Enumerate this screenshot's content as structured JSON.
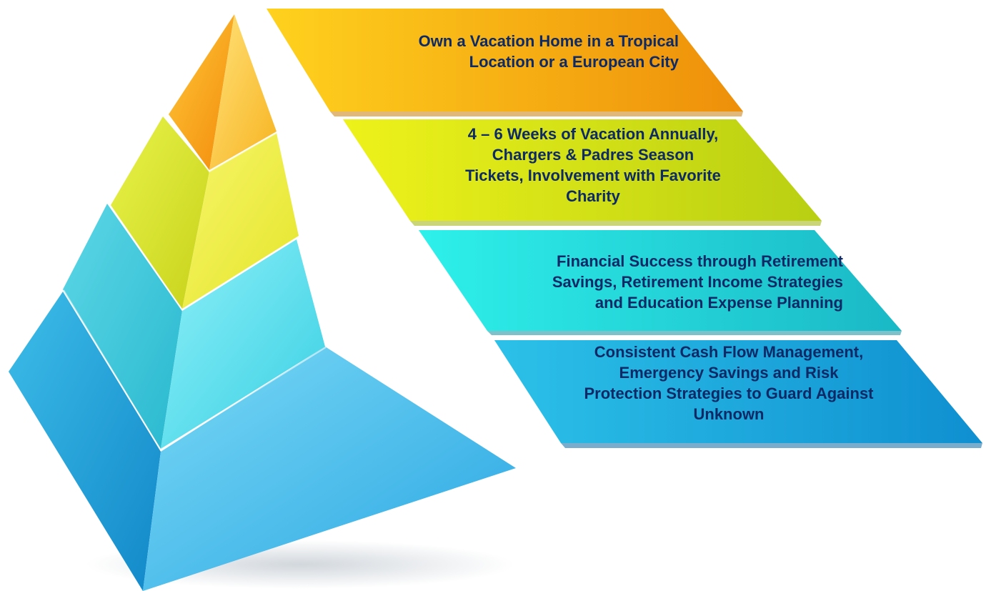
{
  "tiers": [
    {
      "text": "Own a Vacation Home in a Tropical\nLocation or a European City",
      "color": "#f2a70a"
    },
    {
      "text": "4 – 6 Weeks of Vacation Annually,\nChargers & Padres Season\nTickets, Involvement with Favorite\nCharity",
      "color": "#d6e21a"
    },
    {
      "text": "Financial Success through Retirement\nSavings, Retirement Income Strategies\nand Education Expense Planning",
      "color": "#2fd6d9"
    },
    {
      "text": "Consistent Cash Flow Management,\nEmergency Savings and Risk\nProtection Strategies to Guard Against\nUnknown",
      "color": "#1aa6d8"
    }
  ],
  "text_color": "#0d2a66"
}
